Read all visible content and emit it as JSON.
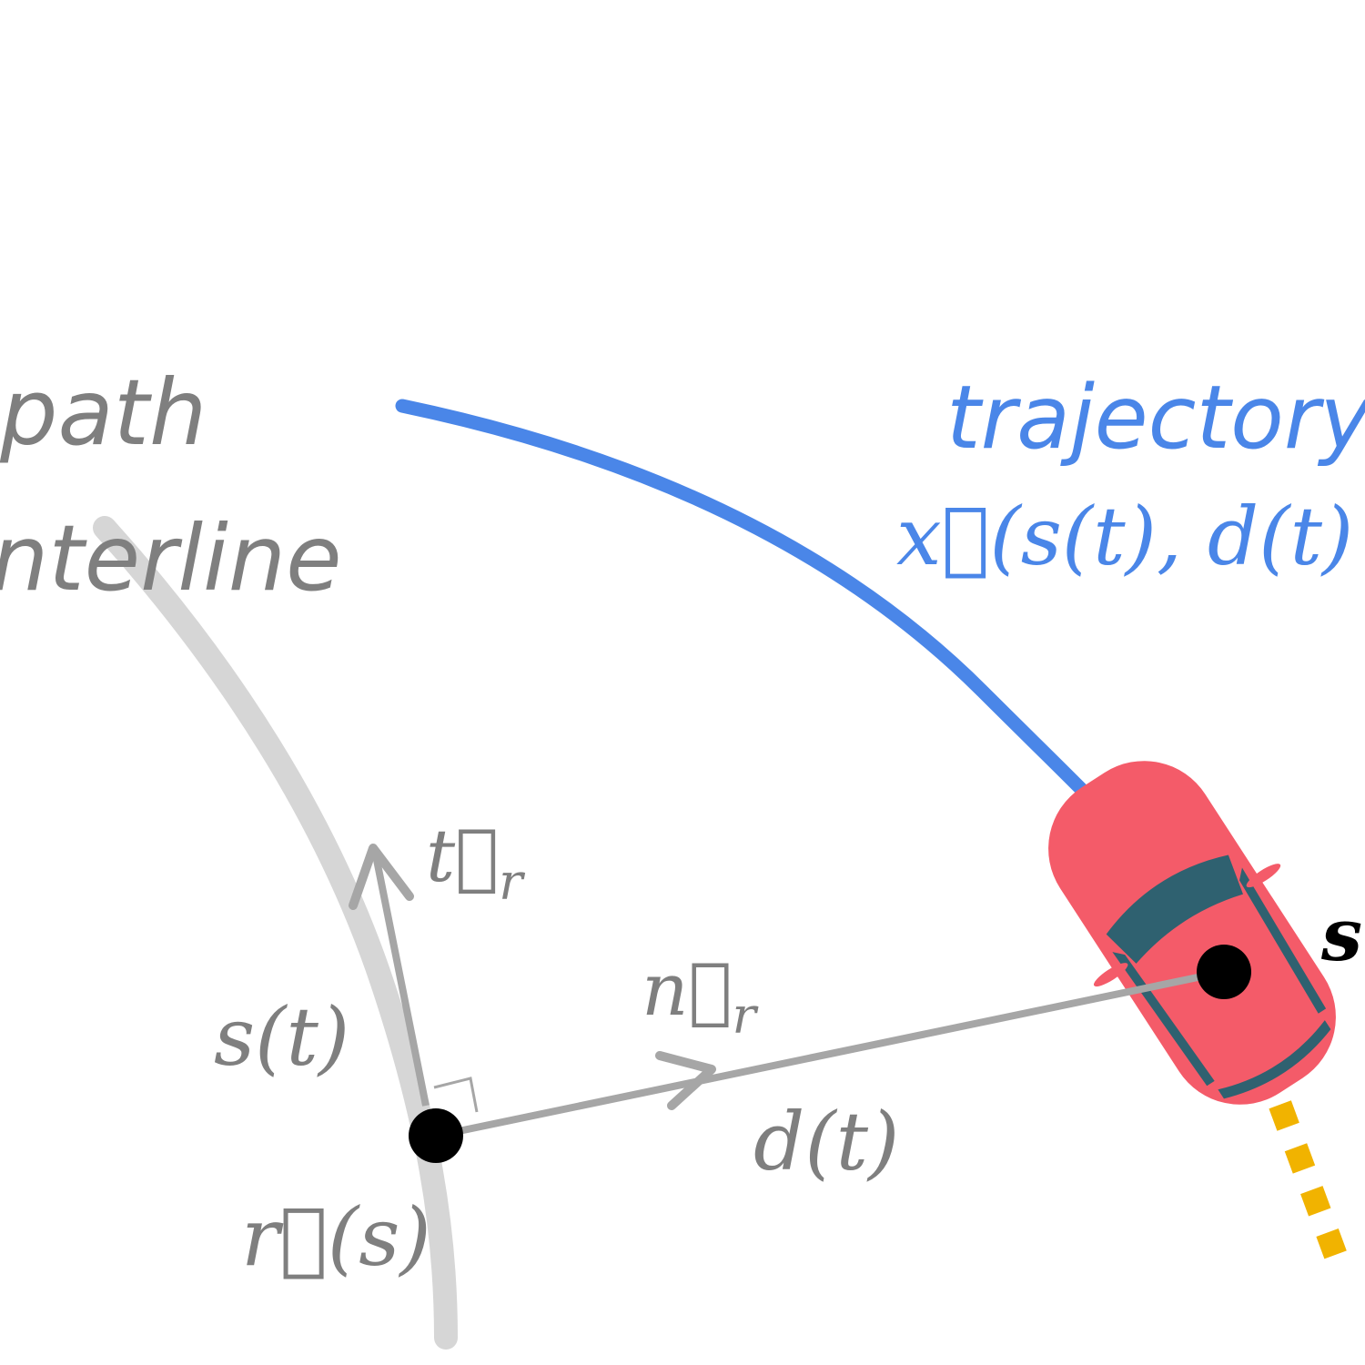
{
  "labels": {
    "path_line1": "path",
    "path_line2": "nterline",
    "trajectory_title": "trajectory",
    "trajectory_formula": "x⃗(s(t), d(t)",
    "vehicle_label": "s",
    "tangent": "t⃗",
    "tangent_sub": "r",
    "normal": "n⃗",
    "normal_sub": "r",
    "arc_length": "s(t)",
    "lateral_offset": "d(t)",
    "reference_point": "r⃗(s)"
  },
  "colors": {
    "centerline": "#d4d4d4",
    "trajectory": "#4a86e8",
    "label_gray": "#7f7f7f",
    "vector": "#a6a6a6",
    "car_body": "#f45b69",
    "car_glass": "#2f6170",
    "dots": "#f1b300"
  }
}
